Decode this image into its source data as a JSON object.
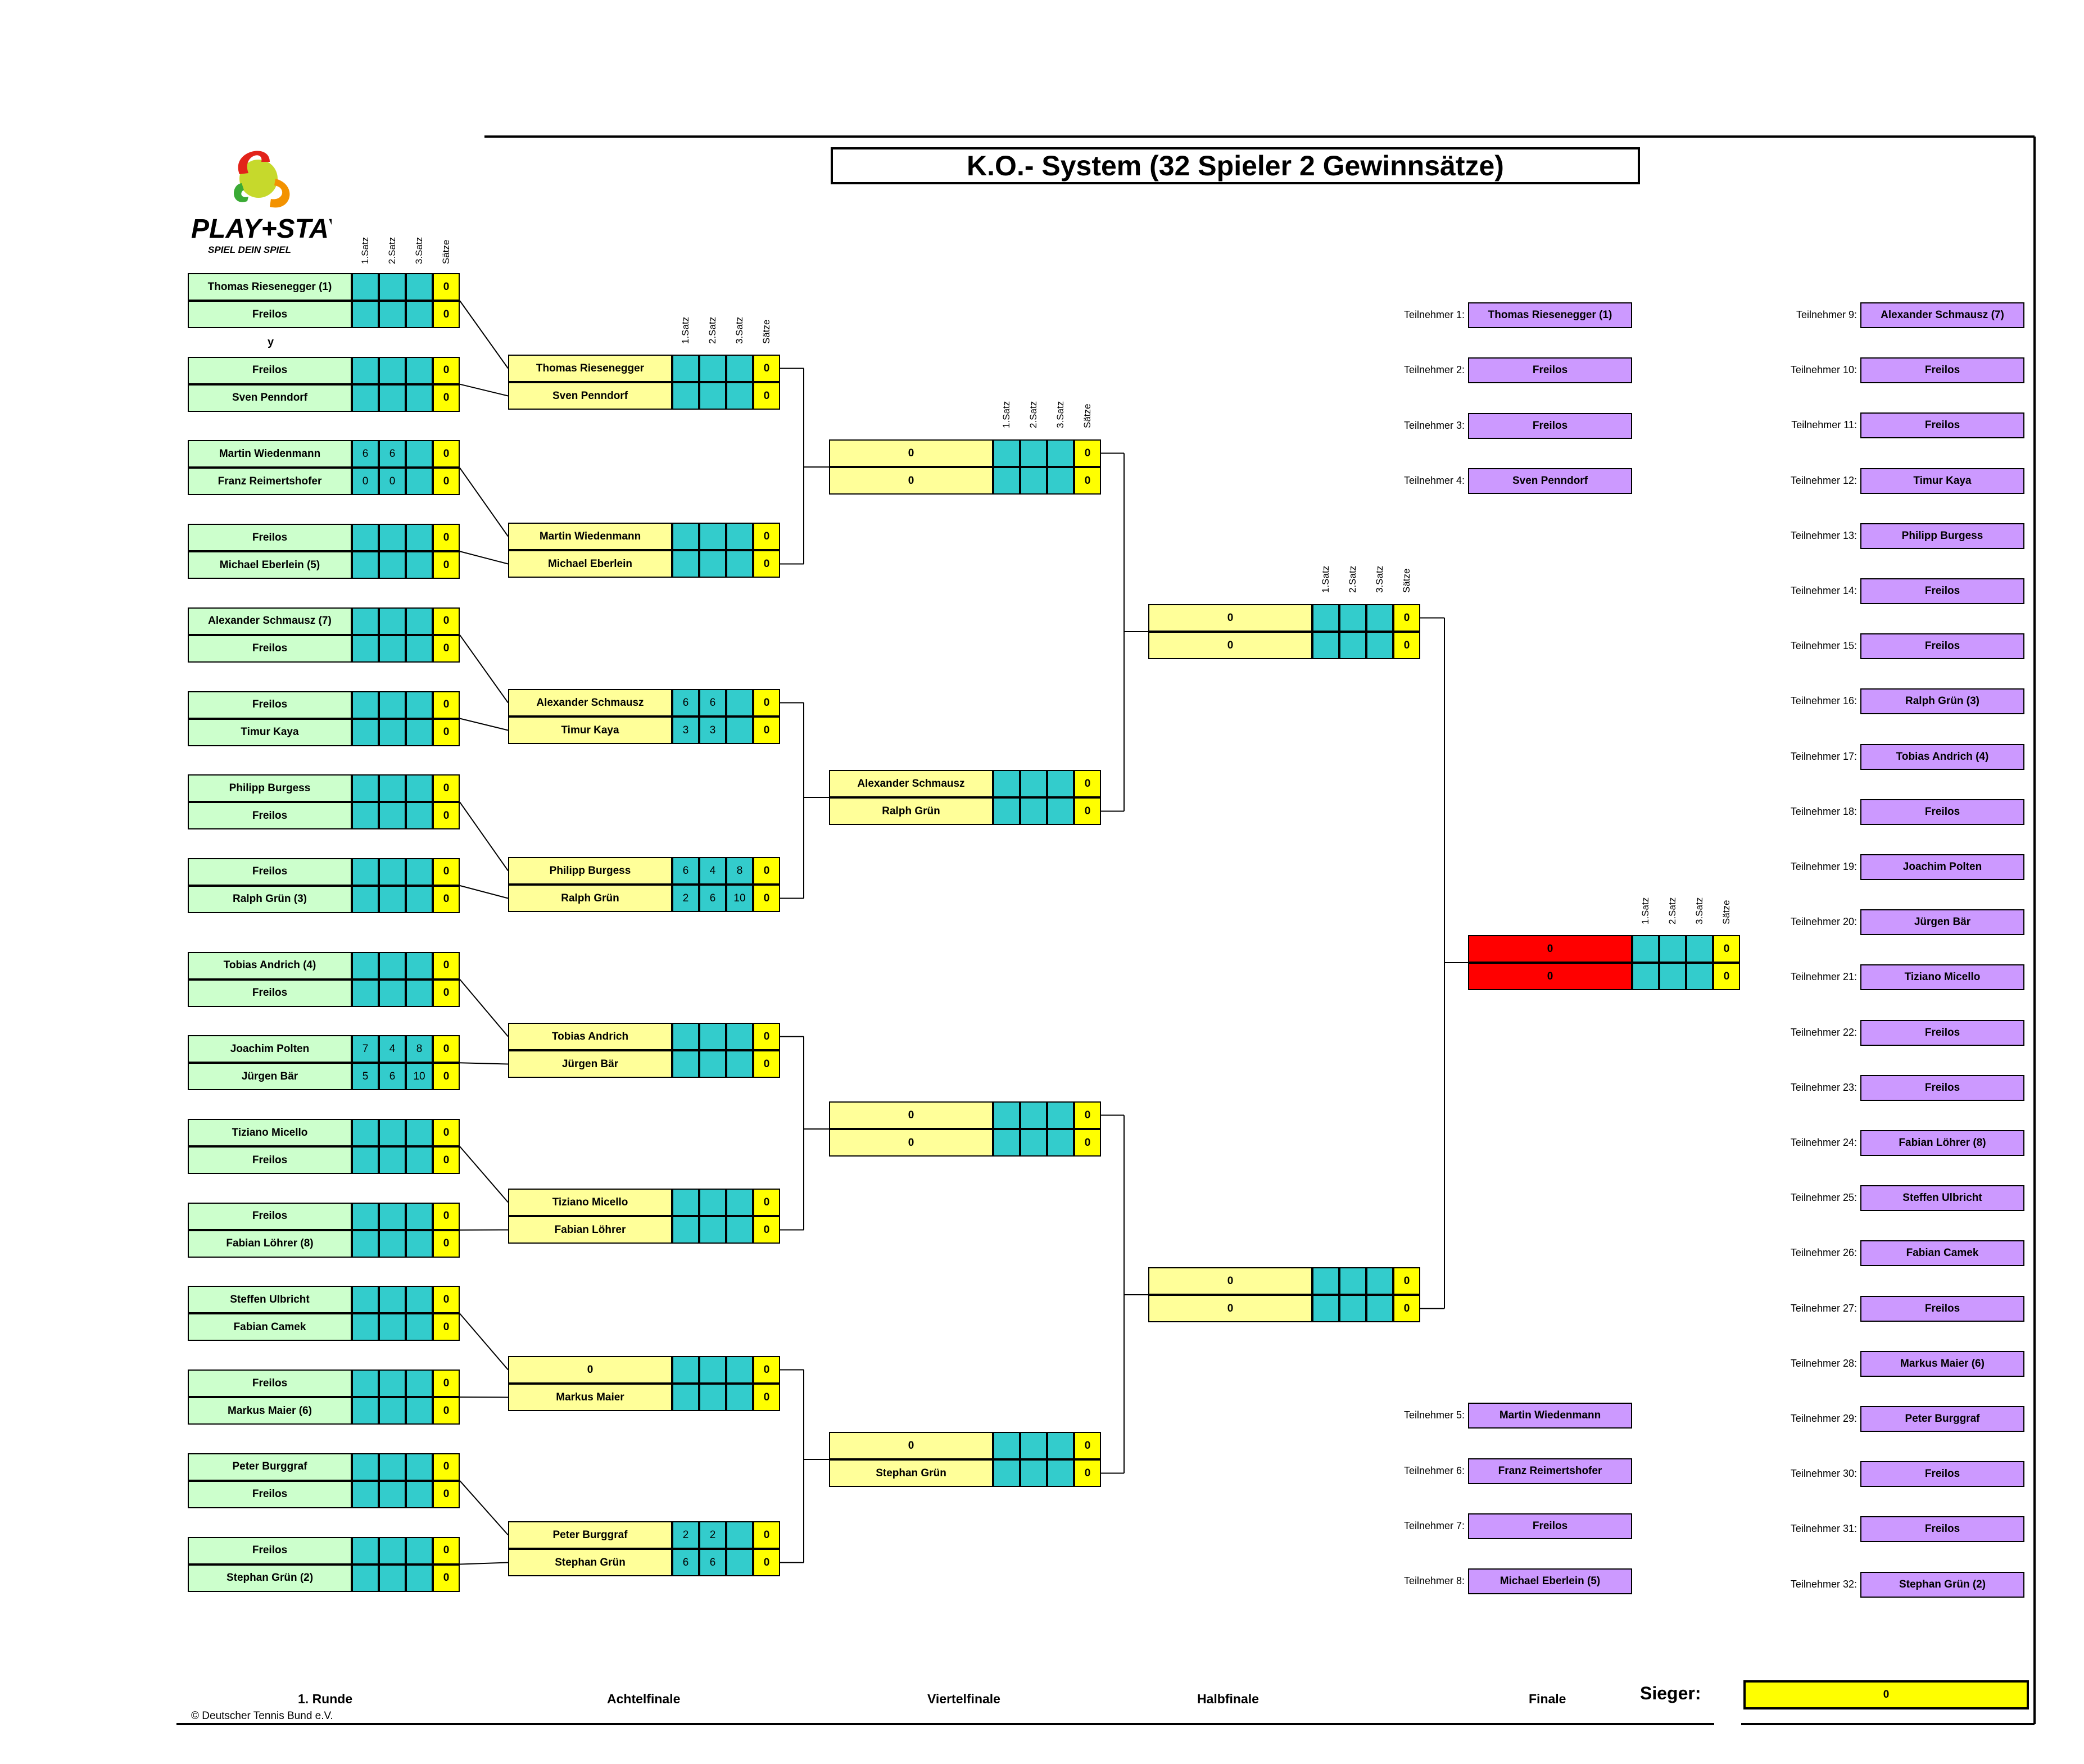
{
  "title": "K.O.- System (32 Spieler 2 Gewinnsätze)",
  "logo": {
    "brand": "PLAY+STAY",
    "slogan": "SPIEL DEIN SPIEL"
  },
  "headers": [
    "1.Satz",
    "2.Satz",
    "3.Satz",
    "Sätze"
  ],
  "stray_mark": "y",
  "round1": [
    {
      "name": "Thomas Riesenegger (1)",
      "s": [
        "",
        "",
        ""
      ],
      "sets": "0"
    },
    {
      "name": "Freilos",
      "s": [
        "",
        "",
        ""
      ],
      "sets": "0"
    },
    {
      "name": "Freilos",
      "s": [
        "",
        "",
        ""
      ],
      "sets": "0"
    },
    {
      "name": "Sven Penndorf",
      "s": [
        "",
        "",
        ""
      ],
      "sets": "0"
    },
    {
      "name": "Martin Wiedenmann",
      "s": [
        "6",
        "6",
        ""
      ],
      "sets": "0"
    },
    {
      "name": "Franz Reimertshofer",
      "s": [
        "0",
        "0",
        ""
      ],
      "sets": "0"
    },
    {
      "name": "Freilos",
      "s": [
        "",
        "",
        ""
      ],
      "sets": "0"
    },
    {
      "name": "Michael Eberlein (5)",
      "s": [
        "",
        "",
        ""
      ],
      "sets": "0"
    },
    {
      "name": "Alexander Schmausz (7)",
      "s": [
        "",
        "",
        ""
      ],
      "sets": "0"
    },
    {
      "name": "Freilos",
      "s": [
        "",
        "",
        ""
      ],
      "sets": "0"
    },
    {
      "name": "Freilos",
      "s": [
        "",
        "",
        ""
      ],
      "sets": "0"
    },
    {
      "name": "Timur Kaya",
      "s": [
        "",
        "",
        ""
      ],
      "sets": "0"
    },
    {
      "name": "Philipp Burgess",
      "s": [
        "",
        "",
        ""
      ],
      "sets": "0"
    },
    {
      "name": "Freilos",
      "s": [
        "",
        "",
        ""
      ],
      "sets": "0"
    },
    {
      "name": "Freilos",
      "s": [
        "",
        "",
        ""
      ],
      "sets": "0"
    },
    {
      "name": "Ralph Grün (3)",
      "s": [
        "",
        "",
        ""
      ],
      "sets": "0"
    },
    {
      "name": "Tobias Andrich (4)",
      "s": [
        "",
        "",
        ""
      ],
      "sets": "0"
    },
    {
      "name": "Freilos",
      "s": [
        "",
        "",
        ""
      ],
      "sets": "0"
    },
    {
      "name": "Joachim Polten",
      "s": [
        "7",
        "4",
        "8"
      ],
      "sets": "0"
    },
    {
      "name": "Jürgen Bär",
      "s": [
        "5",
        "6",
        "10"
      ],
      "sets": "0"
    },
    {
      "name": "Tiziano Micello",
      "s": [
        "",
        "",
        ""
      ],
      "sets": "0"
    },
    {
      "name": "Freilos",
      "s": [
        "",
        "",
        ""
      ],
      "sets": "0"
    },
    {
      "name": "Freilos",
      "s": [
        "",
        "",
        ""
      ],
      "sets": "0"
    },
    {
      "name": "Fabian Löhrer (8)",
      "s": [
        "",
        "",
        ""
      ],
      "sets": "0"
    },
    {
      "name": "Steffen Ulbricht",
      "s": [
        "",
        "",
        ""
      ],
      "sets": "0"
    },
    {
      "name": "Fabian Camek",
      "s": [
        "",
        "",
        ""
      ],
      "sets": "0"
    },
    {
      "name": "Freilos",
      "s": [
        "",
        "",
        ""
      ],
      "sets": "0"
    },
    {
      "name": "Markus Maier (6)",
      "s": [
        "",
        "",
        ""
      ],
      "sets": "0"
    },
    {
      "name": "Peter Burggraf",
      "s": [
        "",
        "",
        ""
      ],
      "sets": "0"
    },
    {
      "name": "Freilos",
      "s": [
        "",
        "",
        ""
      ],
      "sets": "0"
    },
    {
      "name": "Freilos",
      "s": [
        "",
        "",
        ""
      ],
      "sets": "0"
    },
    {
      "name": "Stephan Grün (2)",
      "s": [
        "",
        "",
        ""
      ],
      "sets": "0"
    }
  ],
  "round2": [
    {
      "name": "Thomas Riesenegger",
      "s": [
        "",
        "",
        ""
      ],
      "sets": "0"
    },
    {
      "name": "Sven Penndorf",
      "s": [
        "",
        "",
        ""
      ],
      "sets": "0"
    },
    {
      "name": "Martin Wiedenmann",
      "s": [
        "",
        "",
        ""
      ],
      "sets": "0"
    },
    {
      "name": "Michael Eberlein",
      "s": [
        "",
        "",
        ""
      ],
      "sets": "0"
    },
    {
      "name": "Alexander Schmausz",
      "s": [
        "6",
        "6",
        ""
      ],
      "sets": "0"
    },
    {
      "name": "Timur Kaya",
      "s": [
        "3",
        "3",
        ""
      ],
      "sets": "0"
    },
    {
      "name": "Philipp Burgess",
      "s": [
        "6",
        "4",
        "8"
      ],
      "sets": "0"
    },
    {
      "name": "Ralph Grün",
      "s": [
        "2",
        "6",
        "10"
      ],
      "sets": "0"
    },
    {
      "name": "Tobias Andrich",
      "s": [
        "",
        "",
        ""
      ],
      "sets": "0"
    },
    {
      "name": "Jürgen Bär",
      "s": [
        "",
        "",
        ""
      ],
      "sets": "0"
    },
    {
      "name": "Tiziano Micello",
      "s": [
        "",
        "",
        ""
      ],
      "sets": "0"
    },
    {
      "name": "Fabian Löhrer",
      "s": [
        "",
        "",
        ""
      ],
      "sets": "0"
    },
    {
      "name": "0",
      "s": [
        "",
        "",
        ""
      ],
      "sets": "0"
    },
    {
      "name": "Markus Maier",
      "s": [
        "",
        "",
        ""
      ],
      "sets": "0"
    },
    {
      "name": "Peter Burggraf",
      "s": [
        "2",
        "2",
        ""
      ],
      "sets": "0"
    },
    {
      "name": "Stephan Grün",
      "s": [
        "6",
        "6",
        ""
      ],
      "sets": "0"
    }
  ],
  "round3": [
    {
      "name": "0",
      "s": [
        "",
        "",
        ""
      ],
      "sets": "0"
    },
    {
      "name": "0",
      "s": [
        "",
        "",
        ""
      ],
      "sets": "0"
    },
    {
      "name": "Alexander Schmausz",
      "s": [
        "",
        "",
        ""
      ],
      "sets": "0"
    },
    {
      "name": "Ralph Grün",
      "s": [
        "",
        "",
        ""
      ],
      "sets": "0"
    },
    {
      "name": "0",
      "s": [
        "",
        "",
        ""
      ],
      "sets": "0"
    },
    {
      "name": "0",
      "s": [
        "",
        "",
        ""
      ],
      "sets": "0"
    },
    {
      "name": "0",
      "s": [
        "",
        "",
        ""
      ],
      "sets": "0"
    },
    {
      "name": "Stephan Grün",
      "s": [
        "",
        "",
        ""
      ],
      "sets": "0"
    }
  ],
  "round4": [
    {
      "name": "0",
      "s": [
        "",
        "",
        ""
      ],
      "sets": "0"
    },
    {
      "name": "0",
      "s": [
        "",
        "",
        ""
      ],
      "sets": "0"
    },
    {
      "name": "0",
      "s": [
        "",
        "",
        ""
      ],
      "sets": "0"
    },
    {
      "name": "0",
      "s": [
        "",
        "",
        ""
      ],
      "sets": "0"
    }
  ],
  "final": [
    {
      "name": "0",
      "s": [
        "",
        "",
        ""
      ],
      "sets": "0"
    },
    {
      "name": "0",
      "s": [
        "",
        "",
        ""
      ],
      "sets": "0"
    }
  ],
  "participants_mid": [
    {
      "label": "Teilnehmer 1:",
      "name": "Thomas Riesenegger (1)"
    },
    {
      "label": "Teilnehmer 2:",
      "name": "Freilos"
    },
    {
      "label": "Teilnehmer 3:",
      "name": "Freilos"
    },
    {
      "label": "Teilnehmer 4:",
      "name": "Sven Penndorf"
    },
    {
      "label": "Teilnehmer 5:",
      "name": "Martin Wiedenmann"
    },
    {
      "label": "Teilnehmer 6:",
      "name": "Franz Reimertshofer"
    },
    {
      "label": "Teilnehmer 7:",
      "name": "Freilos"
    },
    {
      "label": "Teilnehmer 8:",
      "name": "Michael Eberlein (5)"
    }
  ],
  "participants_right": [
    {
      "label": "Teilnehmer 9:",
      "name": "Alexander Schmausz (7)"
    },
    {
      "label": "Teilnehmer 10:",
      "name": "Freilos"
    },
    {
      "label": "Teilnehmer 11:",
      "name": "Freilos"
    },
    {
      "label": "Teilnehmer 12:",
      "name": "Timur Kaya"
    },
    {
      "label": "Teilnehmer 13:",
      "name": "Philipp Burgess"
    },
    {
      "label": "Teilnehmer 14:",
      "name": "Freilos"
    },
    {
      "label": "Teilnehmer 15:",
      "name": "Freilos"
    },
    {
      "label": "Teilnehmer 16:",
      "name": "Ralph Grün (3)"
    },
    {
      "label": "Teilnehmer 17:",
      "name": "Tobias Andrich (4)"
    },
    {
      "label": "Teilnehmer 18:",
      "name": "Freilos"
    },
    {
      "label": "Teilnehmer 19:",
      "name": "Joachim Polten"
    },
    {
      "label": "Teilnehmer 20:",
      "name": "Jürgen Bär"
    },
    {
      "label": "Teilnehmer 21:",
      "name": "Tiziano Micello"
    },
    {
      "label": "Teilnehmer 22:",
      "name": "Freilos"
    },
    {
      "label": "Teilnehmer 23:",
      "name": "Freilos"
    },
    {
      "label": "Teilnehmer 24:",
      "name": "Fabian Löhrer (8)"
    },
    {
      "label": "Teilnehmer 25:",
      "name": "Steffen Ulbricht"
    },
    {
      "label": "Teilnehmer 26:",
      "name": "Fabian Camek"
    },
    {
      "label": "Teilnehmer 27:",
      "name": "Freilos"
    },
    {
      "label": "Teilnehmer 28:",
      "name": "Markus Maier (6)"
    },
    {
      "label": "Teilnehmer 29:",
      "name": "Peter Burggraf"
    },
    {
      "label": "Teilnehmer 30:",
      "name": "Freilos"
    },
    {
      "label": "Teilnehmer 31:",
      "name": "Freilos"
    },
    {
      "label": "Teilnehmer 32:",
      "name": "Stephan Grün (2)"
    }
  ],
  "round_labels": [
    "1. Runde",
    "Achtelfinale",
    "Viertelfinale",
    "Halbfinale",
    "Finale"
  ],
  "winner_label": "Sieger:",
  "winner_value": "0",
  "copyright": "© Deutscher Tennis Bund e.V.",
  "colors": {
    "round1": "#ccffcc",
    "later": "#ffff99",
    "final": "#ff0000",
    "score": "#33cccc",
    "sets": "#ffff00",
    "participant": "#cc99ff"
  }
}
